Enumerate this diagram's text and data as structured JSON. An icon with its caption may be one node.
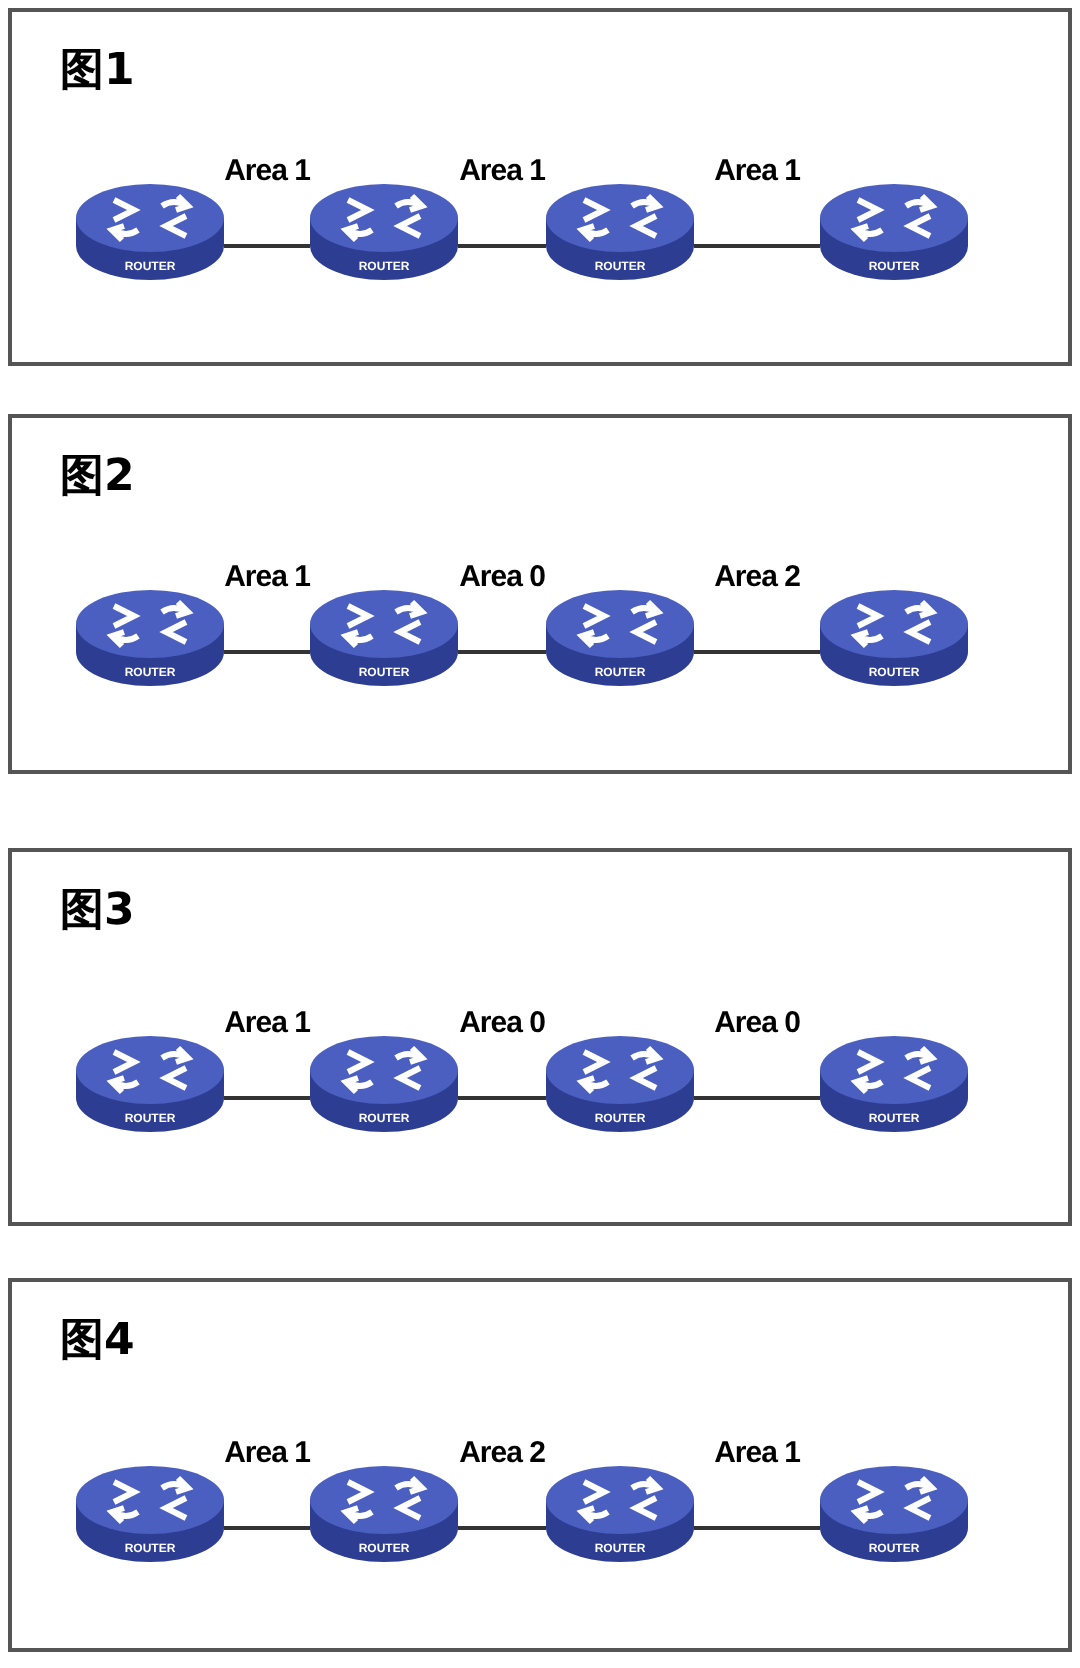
{
  "diagram": {
    "nodes": [
      {
        "text": [
          "图1"
        ]
      },
      {
        "text": [
          "ROUTER"
        ],
        "in": 0
      },
      {
        "text": [
          "ROUTER"
        ],
        "in": 0
      },
      {
        "text": [
          "ROUTER"
        ],
        "in": 0
      },
      {
        "text": [
          "ROUTER"
        ],
        "in": 0
      },
      {
        "text": [
          "图2"
        ]
      },
      {
        "text": [
          "ROUTER"
        ],
        "in": 5
      },
      {
        "text": [
          "ROUTER"
        ],
        "in": 5
      },
      {
        "text": [
          "ROUTER"
        ],
        "in": 5
      },
      {
        "text": [
          "ROUTER"
        ],
        "in": 5
      },
      {
        "text": [
          "图3"
        ]
      },
      {
        "text": [
          "ROUTER"
        ],
        "in": 10
      },
      {
        "text": [
          "ROUTER"
        ],
        "in": 10
      },
      {
        "text": [
          "ROUTER"
        ],
        "in": 10
      },
      {
        "text": [
          "ROUTER"
        ],
        "in": 10
      },
      {
        "text": [
          "图4"
        ]
      },
      {
        "text": [
          "ROUTER"
        ],
        "in": 15
      },
      {
        "text": [
          "ROUTER"
        ],
        "in": 15
      },
      {
        "text": [
          "ROUTER"
        ],
        "in": 15
      },
      {
        "text": [
          "ROUTER"
        ],
        "in": 15
      }
    ],
    "edges": [
      {
        "from": 1,
        "to": 2,
        "arrow": "none",
        "label": "Area 1"
      },
      {
        "from": 2,
        "to": 3,
        "arrow": "none",
        "label": "Area 1"
      },
      {
        "from": 3,
        "to": 4,
        "arrow": "none",
        "label": "Area 1"
      },
      {
        "from": 6,
        "to": 7,
        "arrow": "none",
        "label": "Area 1"
      },
      {
        "from": 7,
        "to": 8,
        "arrow": "none",
        "label": "Area 0"
      },
      {
        "from": 8,
        "to": 9,
        "arrow": "none",
        "label": "Area 2"
      },
      {
        "from": 11,
        "to": 12,
        "arrow": "none",
        "label": "Area 1"
      },
      {
        "from": 12,
        "to": 13,
        "arrow": "none",
        "label": "Area 0"
      },
      {
        "from": 13,
        "to": 14,
        "arrow": "none",
        "label": "Area 0"
      },
      {
        "from": 16,
        "to": 17,
        "arrow": "none",
        "label": "Area 1"
      },
      {
        "from": 17,
        "to": 18,
        "arrow": "none",
        "label": "Area 2"
      },
      {
        "from": 18,
        "to": 19,
        "arrow": "none",
        "label": "Area 1"
      }
    ]
  }
}
